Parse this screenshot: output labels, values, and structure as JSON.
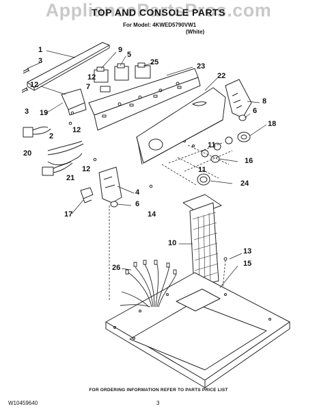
{
  "watermark": "AppliancePartsPros.com",
  "title": "TOP AND CONSOLE PARTS",
  "model_line": "For Model: 4KWED5790VW1",
  "color_line": "(White)",
  "callouts": [
    "1",
    "3",
    "12",
    "3",
    "19",
    "12",
    "20",
    "2",
    "21",
    "12",
    "17",
    "9",
    "5",
    "12",
    "7",
    "25",
    "23",
    "22",
    "8",
    "6",
    "18",
    "11",
    "16",
    "11",
    "24",
    "4",
    "6",
    "14",
    "10",
    "13",
    "15",
    "26"
  ],
  "footer": "FOR ORDERING INFORMATION REFER TO PARTS PRICE LIST",
  "doc_number": "W10459640",
  "page_number": "3"
}
